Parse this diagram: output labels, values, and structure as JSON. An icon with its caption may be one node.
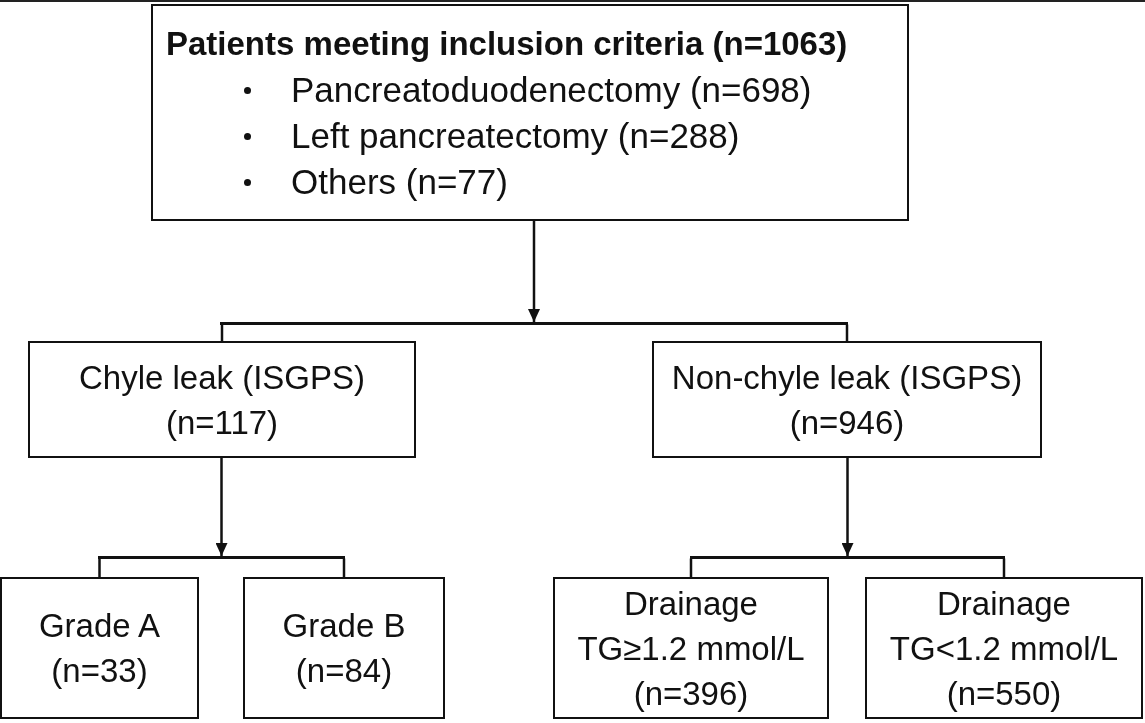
{
  "diagram": {
    "nodes": [
      {
        "text": [
          "Patients meeting inclusion criteria (n=1063)",
          "Pancreatoduodenectomy (n=698)",
          "Left pancreatectomy (n=288)",
          "Others (n=77)"
        ]
      },
      {
        "text": [],
        "shape": "bar"
      },
      {
        "text": [
          "Chyle leak (ISGPS)",
          "(n=117)"
        ]
      },
      {
        "text": [
          "Non-chyle leak (ISGPS)",
          "(n=946)"
        ]
      },
      {
        "text": [],
        "shape": "bar"
      },
      {
        "text": [],
        "shape": "bar"
      },
      {
        "text": [
          "Grade A",
          "(n=33)"
        ]
      },
      {
        "text": [
          "Grade B",
          "(n=84)"
        ]
      },
      {
        "text": [
          "Drainage",
          "TG≥1.2 mmol/L",
          "(n=396)"
        ]
      },
      {
        "text": [
          "Drainage",
          "TG<1.2 mmol/L",
          "(n=550)"
        ]
      }
    ],
    "edges": [
      {
        "from": 0,
        "to": 1,
        "arrow": "to"
      },
      {
        "from": 1,
        "to": 2,
        "arrow": "none"
      },
      {
        "from": 1,
        "to": 3,
        "arrow": "none"
      },
      {
        "from": 2,
        "to": 4,
        "arrow": "to"
      },
      {
        "from": 4,
        "to": 6,
        "arrow": "none"
      },
      {
        "from": 4,
        "to": 7,
        "arrow": "none"
      },
      {
        "from": 3,
        "to": 5,
        "arrow": "to"
      },
      {
        "from": 5,
        "to": 8,
        "arrow": "none"
      },
      {
        "from": 5,
        "to": 9,
        "arrow": "none"
      }
    ]
  }
}
